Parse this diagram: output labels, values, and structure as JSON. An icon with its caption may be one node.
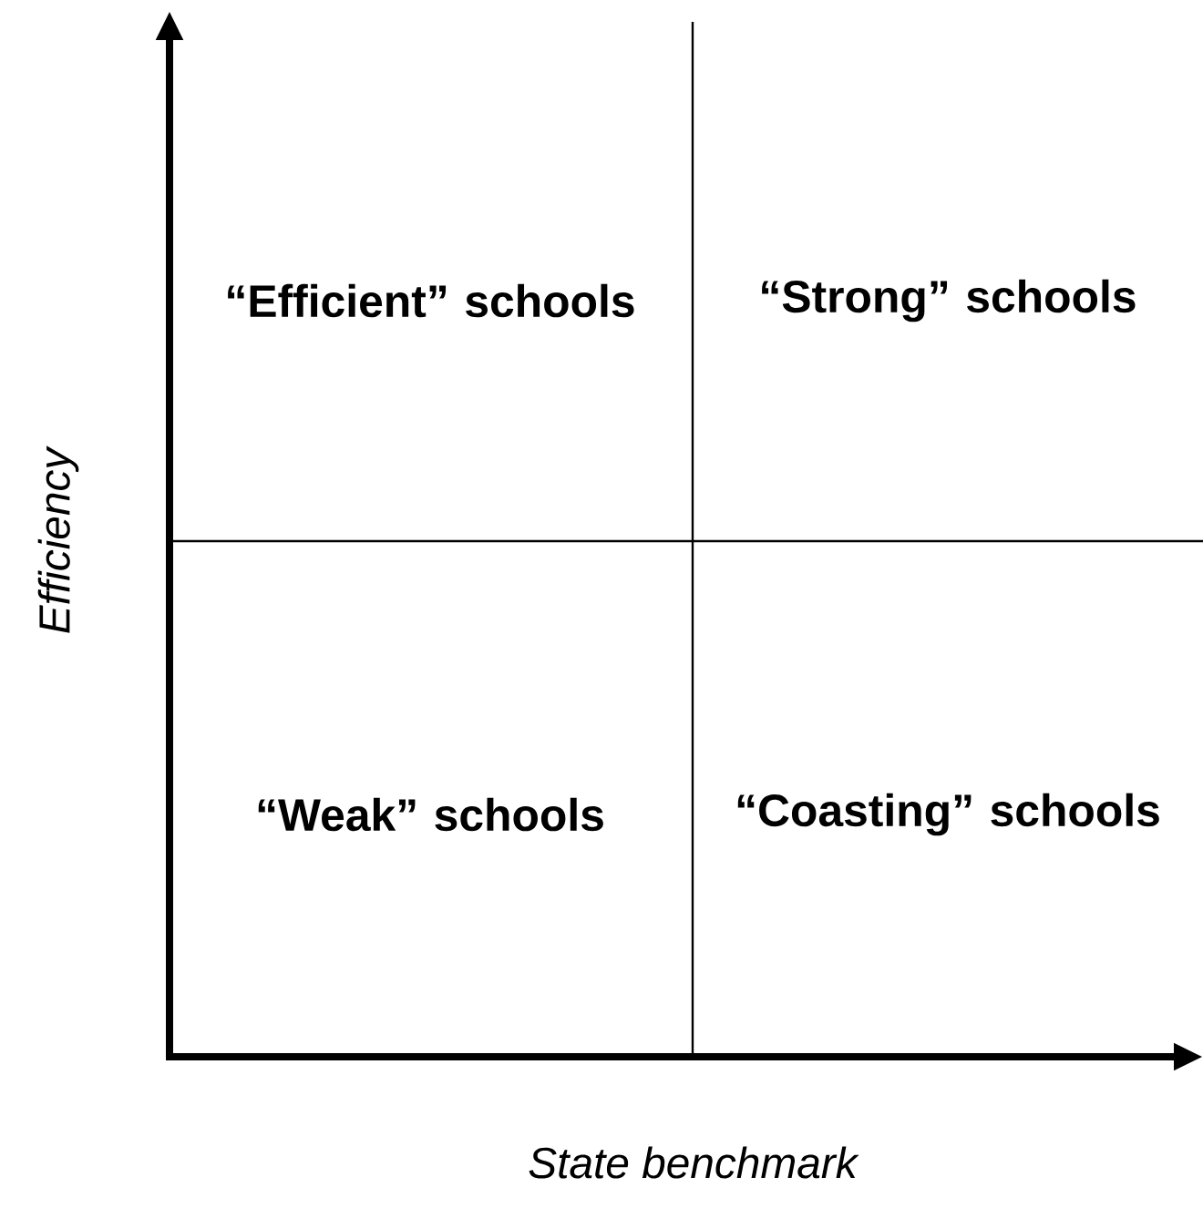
{
  "diagram": {
    "nodes": [
      {
        "text": [
          "“Efficient” schools"
        ]
      },
      {
        "text": [
          "“Strong” schools"
        ]
      },
      {
        "text": [
          "“Weak” schools"
        ]
      },
      {
        "text": [
          "“Coasting” schools"
        ]
      }
    ],
    "labels": [
      "Efficiency",
      "State benchmark"
    ]
  }
}
